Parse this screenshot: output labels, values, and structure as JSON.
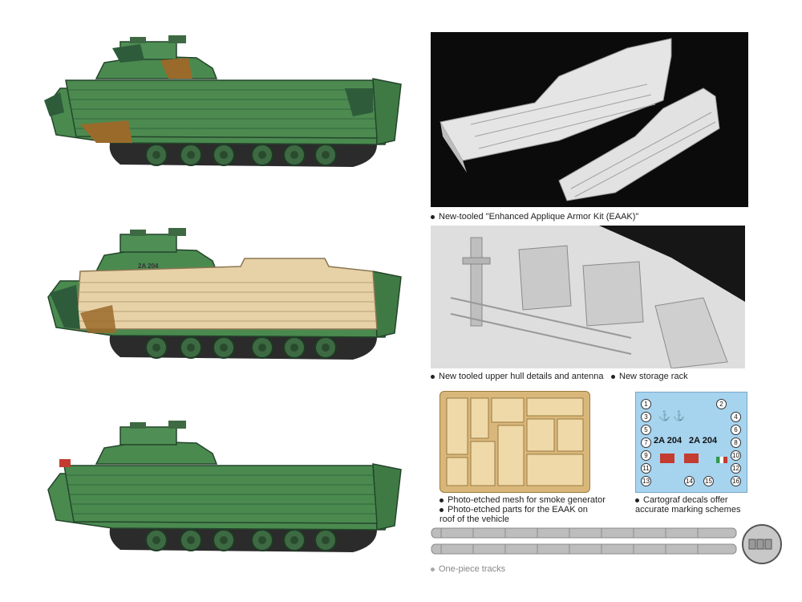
{
  "captions": {
    "armor_kit": "New-tooled \"Enhanced Applique Armor Kit (EAAK)\"",
    "upper_hull": "New tooled  upper hull details and antenna",
    "storage_rack": "New storage rack",
    "pe_mesh": "Photo-etched mesh for smoke generator",
    "pe_parts": "Photo-etched parts for the EAAK on roof of the vehicle",
    "decals": "Cartograf decals offer accurate marking schemes",
    "tracks": "One-piece tracks"
  },
  "vehicles": [
    {
      "id": "camo-green",
      "armor_color": "#4c8a50",
      "hull_number": ""
    },
    {
      "id": "sand-kit",
      "armor_color": "#e7d2a8",
      "hull_number": "2A 204"
    },
    {
      "id": "plain-green",
      "armor_color": "#4a8a4f",
      "hull_number": ""
    }
  ],
  "decal_sheet": {
    "numbers": [
      "1",
      "2",
      "3",
      "4",
      "5",
      "6",
      "7",
      "8",
      "9",
      "10",
      "11",
      "12",
      "13",
      "14",
      "15",
      "16"
    ],
    "hull_code_1": "2A 204",
    "hull_code_2": "2A 204"
  },
  "colors": {
    "green": "#4c8a50",
    "dark_green": "#2e5c3a",
    "brown": "#9a6a2a",
    "sand": "#e7d2a8",
    "fret_brass": "#d9b77a",
    "decal_blue": "#a6d3ee"
  }
}
